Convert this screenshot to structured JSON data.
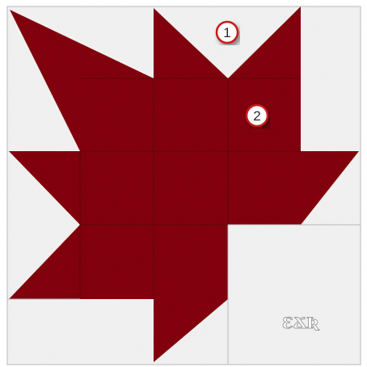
{
  "colors": {
    "background": "#f2f2f2",
    "maple": "#8e1012",
    "maple_dark": "#6a0a0c",
    "frame": "#b9b9b9",
    "seam": "#5c0708",
    "badge_ring": "#c41c1c",
    "badge_fill": "#ffffff",
    "badge_text": "#2a2a2a"
  },
  "markers": [
    {
      "label": "1"
    },
    {
      "label": "2"
    }
  ],
  "signature": {
    "text": "ƐՃƦ"
  }
}
